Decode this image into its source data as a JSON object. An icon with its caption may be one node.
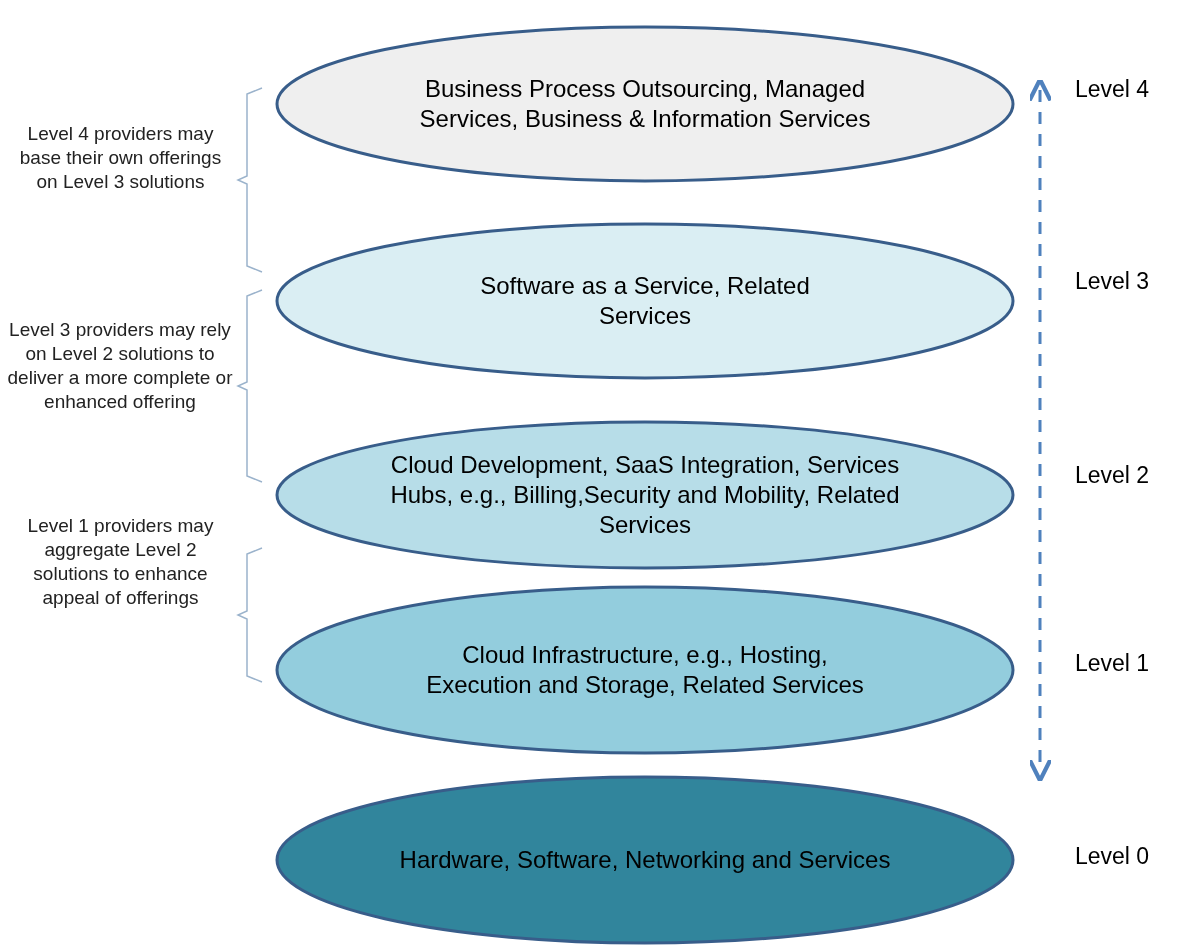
{
  "diagram": {
    "nodes": [
      {
        "text": [
          "Business Process Outsourcing, Managed Services, Business & Information Services"
        ]
      },
      {
        "text": [
          "Software as a Service, Related Services"
        ]
      },
      {
        "text": [
          "Cloud Development, SaaS Integration, Services Hubs, e.g., Billing,Security and Mobility, Related Services"
        ]
      },
      {
        "text": [
          "Cloud Infrastructure, e.g., Hosting, Execution and Storage, Related Services"
        ]
      },
      {
        "text": [
          "Hardware, Software, Networking and Services"
        ]
      }
    ],
    "labels": [
      "Level 4",
      "Level 4 providers may base their own offerings on Level 3 solutions",
      "Level 3",
      "Level 3 providers may rely on Level 2 solutions to deliver a more complete or enhanced offering",
      "Level 2",
      "Level 1 providers may aggregate Level 2 solutions to enhance appeal of offerings",
      "Level 1",
      "Level 0"
    ]
  }
}
